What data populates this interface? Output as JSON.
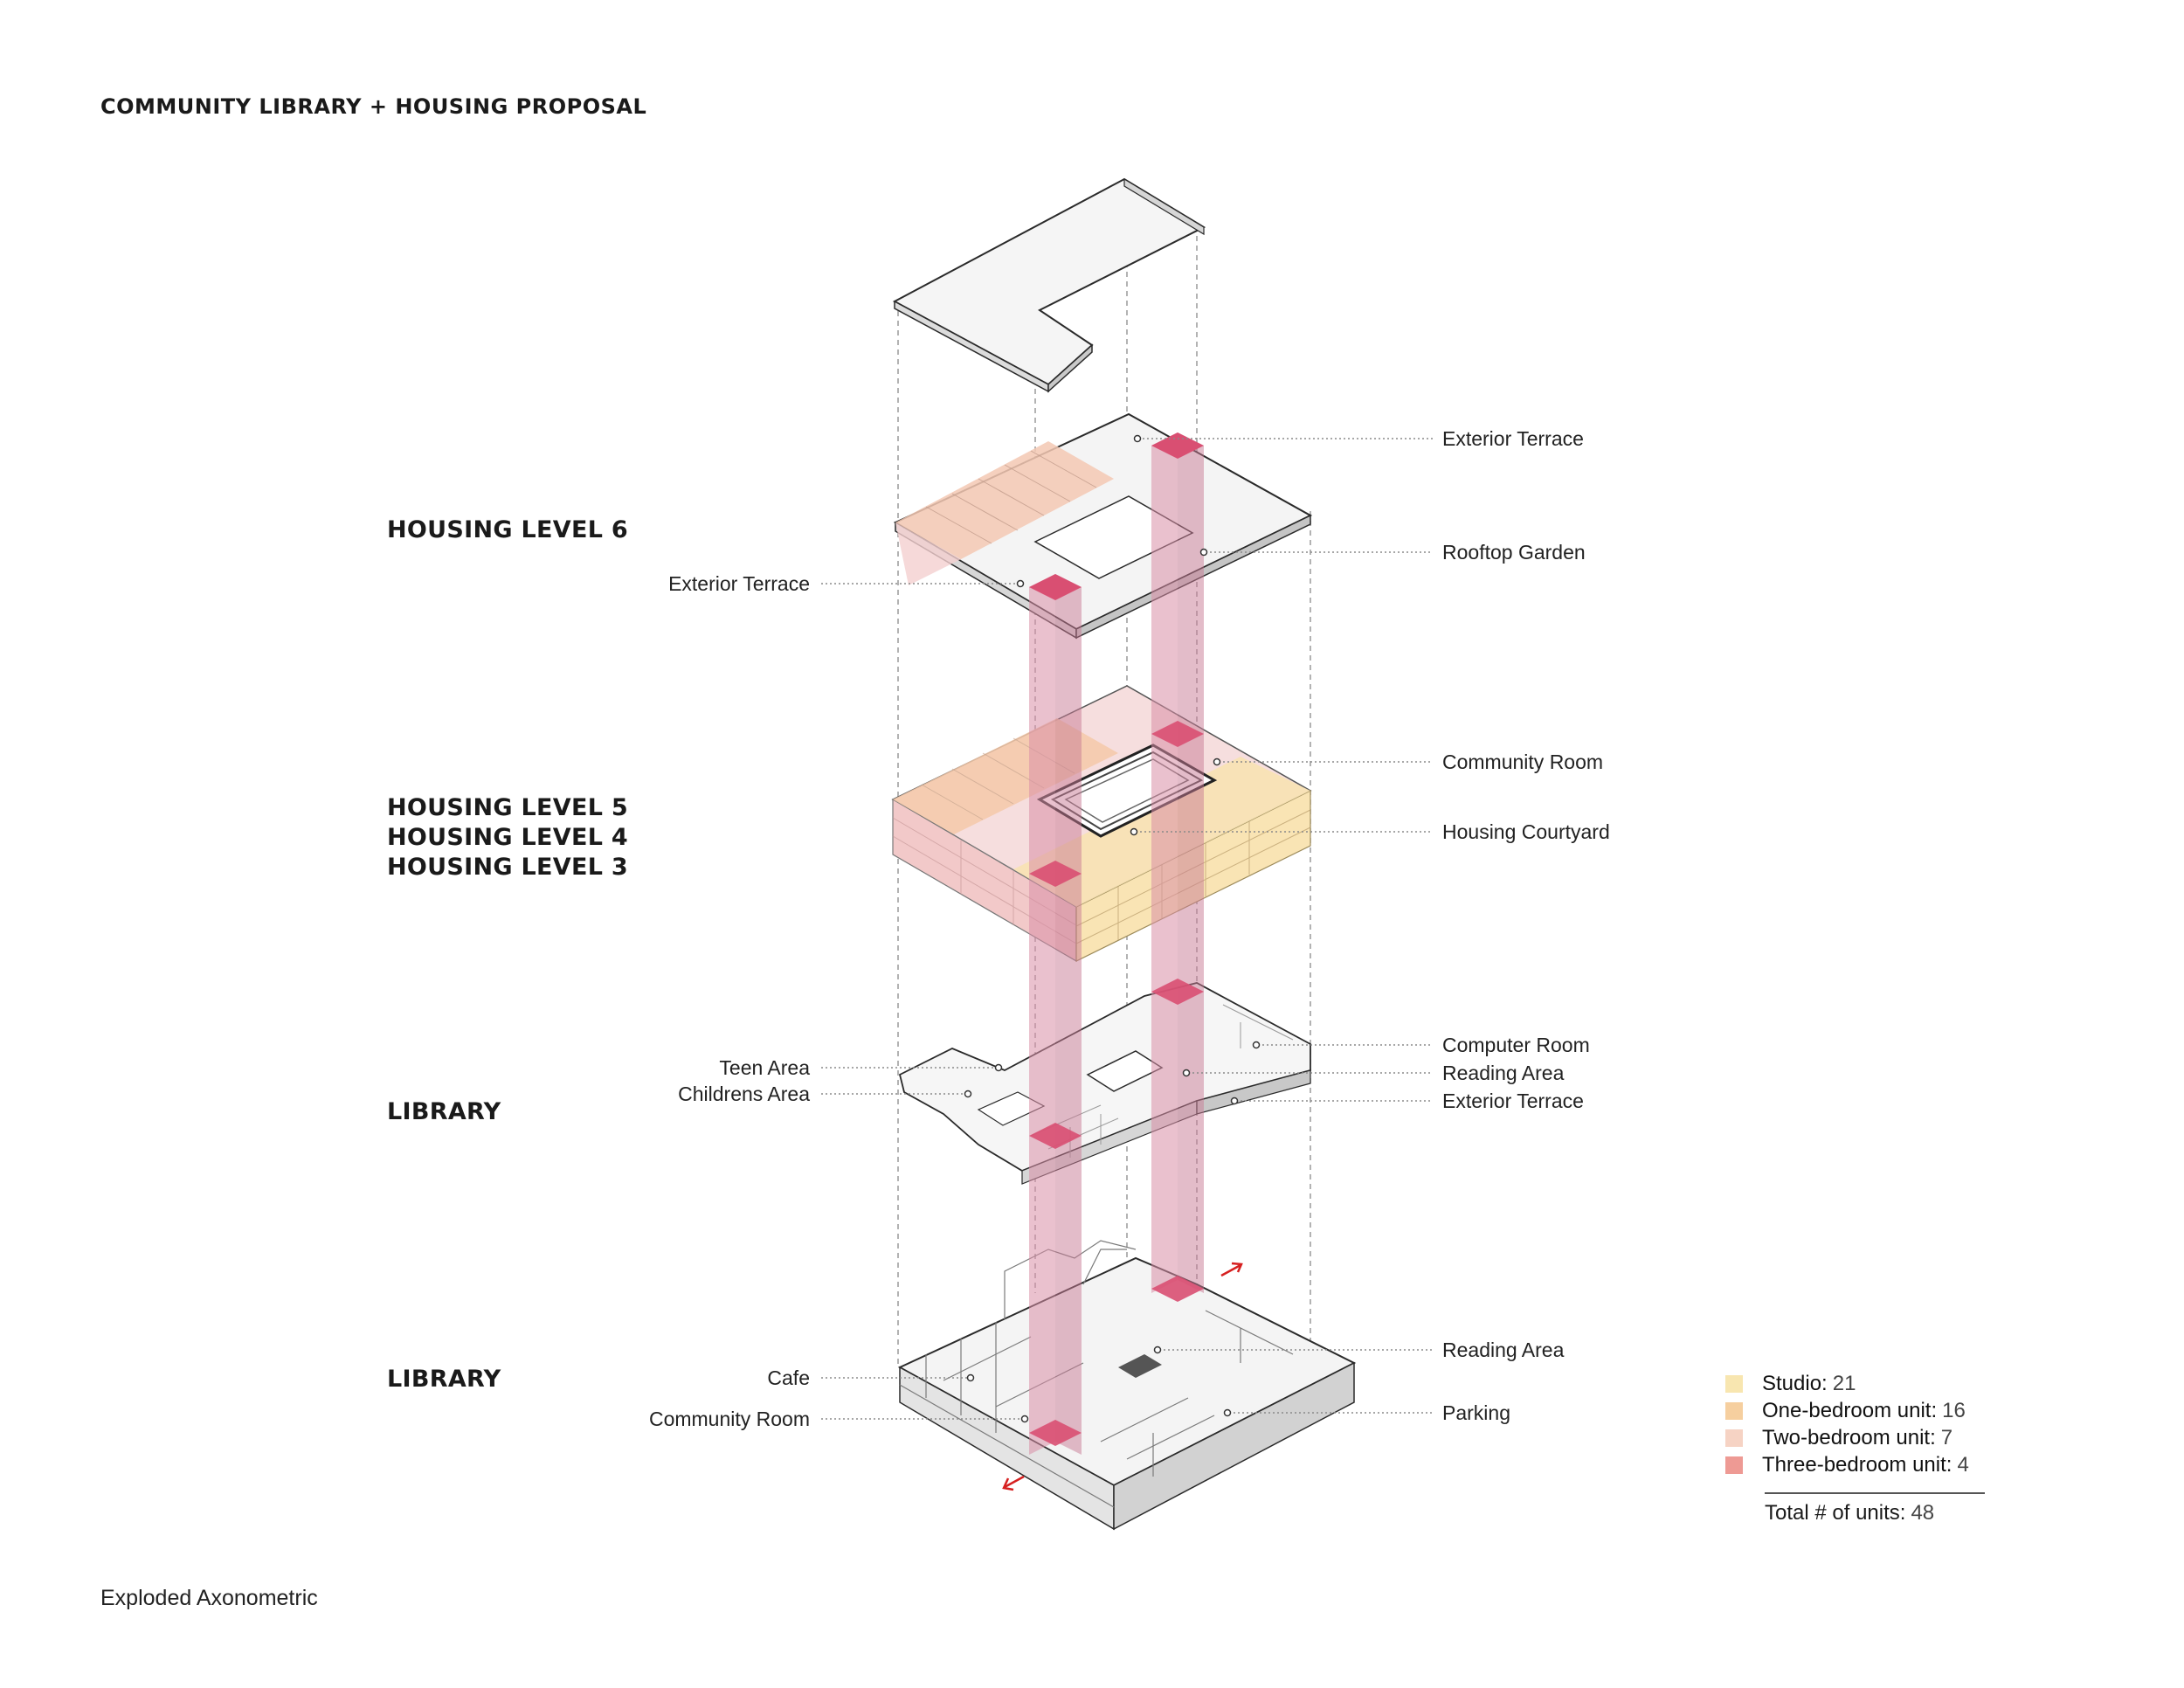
{
  "title": "COMMUNITY LIBRARY + HOUSING PROPOSAL",
  "footer": "Exploded Axonometric",
  "levels": {
    "l6": "HOUSING LEVEL 6",
    "l5": "HOUSING LEVEL 5",
    "l4": "HOUSING LEVEL 4",
    "l3": "HOUSING LEVEL 3",
    "lib2": "LIBRARY",
    "lib1": "LIBRARY"
  },
  "labels": {
    "ext_terrace_6r": "Exterior Terrace",
    "rooftop_garden": "Rooftop Garden",
    "ext_terrace_6l": "Exterior Terrace",
    "community_room_5": "Community Room",
    "housing_courtyard": "Housing Courtyard",
    "computer_room": "Computer Room",
    "reading_area_2": "Reading Area",
    "ext_terrace_2": "Exterior Terrace",
    "teen_area": "Teen Area",
    "childrens_area": "Childrens Area",
    "reading_area_1": "Reading Area",
    "parking": "Parking",
    "cafe": "Cafe",
    "community_room_1": "Community Room"
  },
  "legend": {
    "items": [
      {
        "label": "Studio:",
        "value": "21",
        "color": "#f8e6b0"
      },
      {
        "label": "One-bedroom unit:",
        "value": "16",
        "color": "#f6cf9f"
      },
      {
        "label": "Two-bedroom unit:",
        "value": "7",
        "color": "#f6d3c4"
      },
      {
        "label": "Three-bedroom unit:",
        "value": "4",
        "color": "#ee9a94"
      }
    ],
    "total_label": "Total # of units:",
    "total_value": "48"
  },
  "colors": {
    "core": "#d98ea6",
    "core_top": "#d94f72",
    "studio": "#f8e6b0",
    "one_bed": "#f6cf9f",
    "two_bed": "#f6d3c4",
    "three_bed": "#ee9a94",
    "arrow": "#d62020"
  }
}
